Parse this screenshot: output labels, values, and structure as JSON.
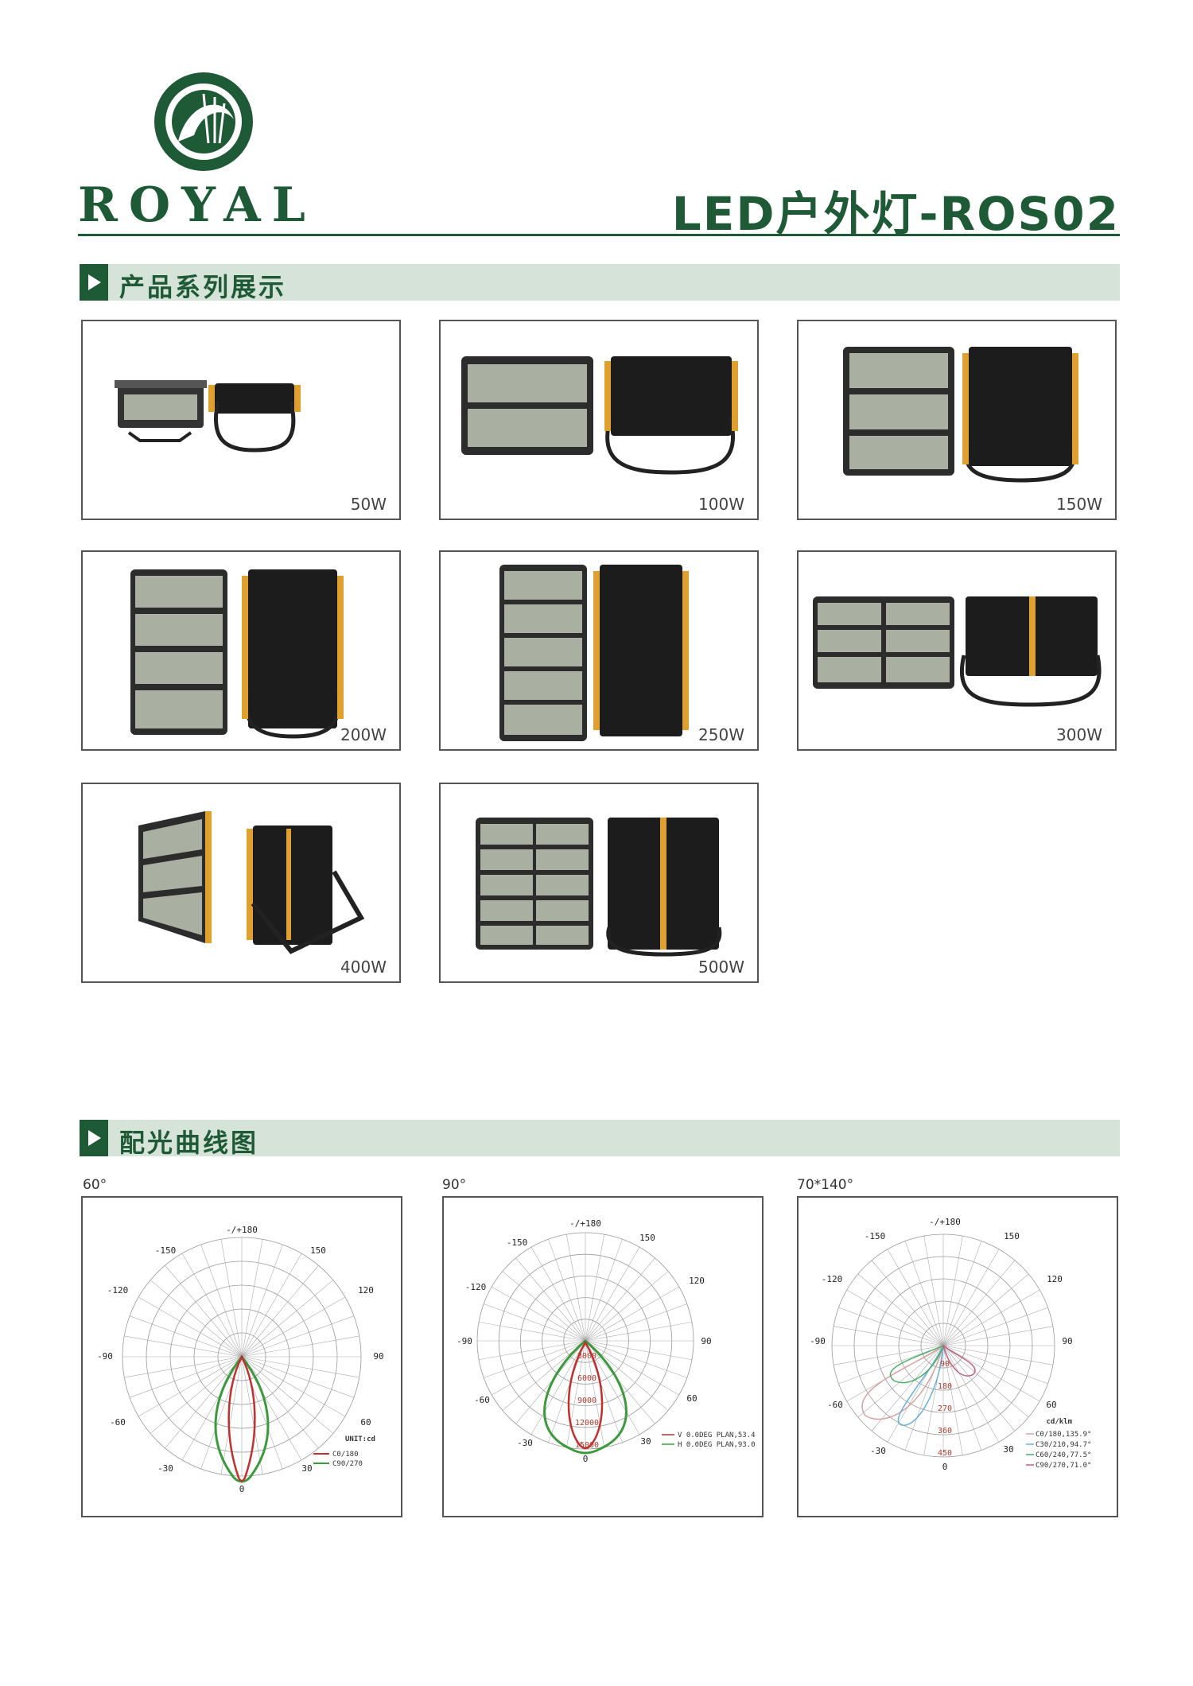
{
  "brand": {
    "name": "ROYAL",
    "colors": {
      "primary": "#1f5a36",
      "band": "#d6e3d8"
    }
  },
  "doc_title": "LED户外灯-ROS02",
  "sections": {
    "products": "产品系列展示",
    "curves": "配光曲线图"
  },
  "products": [
    {
      "watt": "50W"
    },
    {
      "watt": "100W"
    },
    {
      "watt": "150W"
    },
    {
      "watt": "200W"
    },
    {
      "watt": "250W"
    },
    {
      "watt": "300W"
    },
    {
      "watt": "400W"
    },
    {
      "watt": "500W"
    }
  ],
  "curves": [
    {
      "caption": "60°",
      "angles": {
        "top": "-/+180",
        "tl": "-150",
        "tr": "150",
        "ul": "-120",
        "ur": "120",
        "l": "-90",
        "r": "90",
        "ll": "-60",
        "lr": "60",
        "bl": "-30",
        "br": "30",
        "bottom": "0"
      },
      "radial": [],
      "legend": [
        "UNIT:cd",
        "C0/180",
        "C90/270"
      ]
    },
    {
      "caption": "90°",
      "angles": {
        "top": "-/+180",
        "tl": "-150",
        "tr": "150",
        "ul": "-120",
        "ur": "120",
        "l": "-90",
        "r": "90",
        "ll": "-60",
        "lr": "60",
        "bl": "-30",
        "br": "30",
        "bottom": "0"
      },
      "radial": [
        "3000",
        "6000",
        "9000",
        "12000",
        "15000"
      ],
      "legend": [
        "V 0.0DEG PLAN,53.4",
        "H 0.0DEG PLAN,93.0"
      ]
    },
    {
      "caption": "70*140°",
      "angles": {
        "top": "-/+180",
        "tl": "-150",
        "tr": "150",
        "ul": "-120",
        "ur": "120",
        "l": "-90",
        "r": "90",
        "ll": "-60",
        "lr": "60",
        "bl": "-30",
        "br": "30",
        "bottom": "0"
      },
      "radial": [
        "90",
        "180",
        "270",
        "360",
        "450"
      ],
      "legend": [
        "cd/klm",
        "C0/180,135.9°",
        "C30/210,94.7°",
        "C60/240,77.5°",
        "C90/270,71.0°"
      ]
    }
  ]
}
